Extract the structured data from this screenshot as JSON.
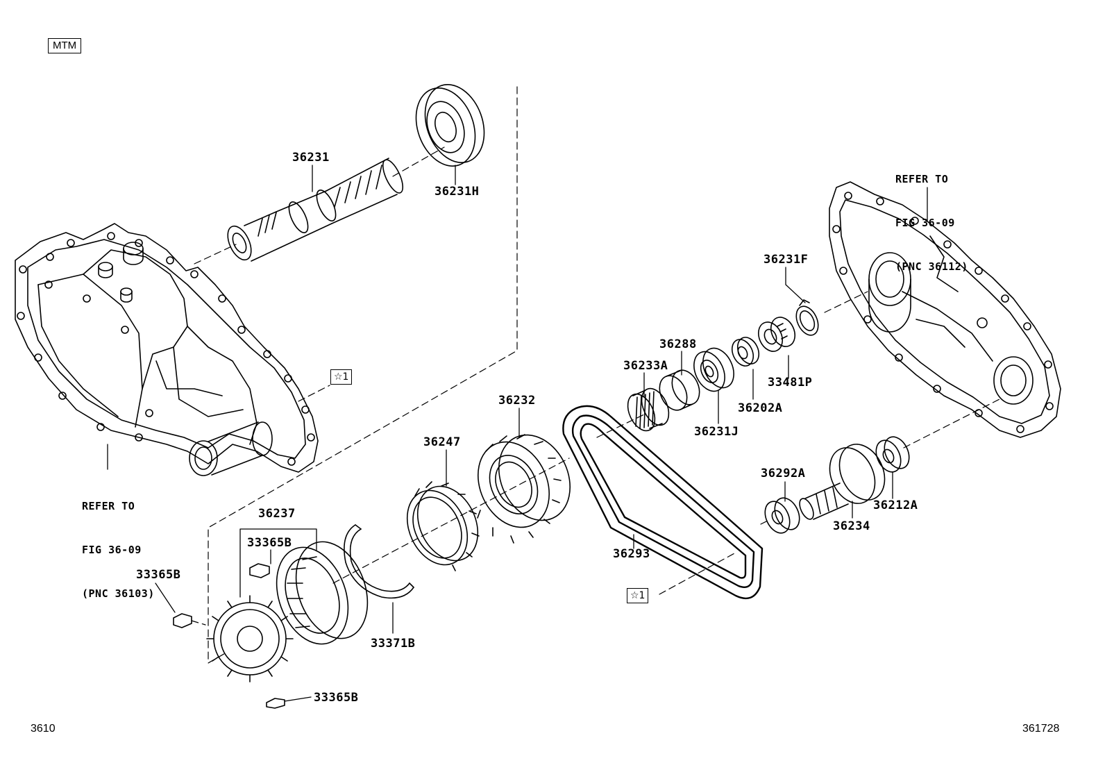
{
  "header": {
    "badge": "MTM"
  },
  "footer": {
    "left_code": "3610",
    "right_code": "361728"
  },
  "markers": {
    "star_1": "☆1",
    "star_2": "☆1"
  },
  "refs": {
    "left_ref": {
      "line1": "REFER TO",
      "line2": "FIG 36-09",
      "line3": "(PNC 36103)"
    },
    "right_ref": {
      "line1": "REFER TO",
      "line2": "FIG 36-09",
      "line3": "(PNC 36112)"
    }
  },
  "parts": {
    "p36231": "36231",
    "p36231H": "36231H",
    "p36231F": "36231F",
    "p36288": "36288",
    "p36233A": "36233A",
    "p36232": "36232",
    "p36202A": "36202A",
    "p33481P": "33481P",
    "p36231J": "36231J",
    "p36247": "36247",
    "p36237": "36237",
    "p33365B_top": "33365B",
    "p33365B_left": "33365B",
    "p33365B_bottom": "33365B",
    "p33371B": "33371B",
    "p36293": "36293",
    "p36292A": "36292A",
    "p36234": "36234",
    "p36212A": "36212A"
  }
}
